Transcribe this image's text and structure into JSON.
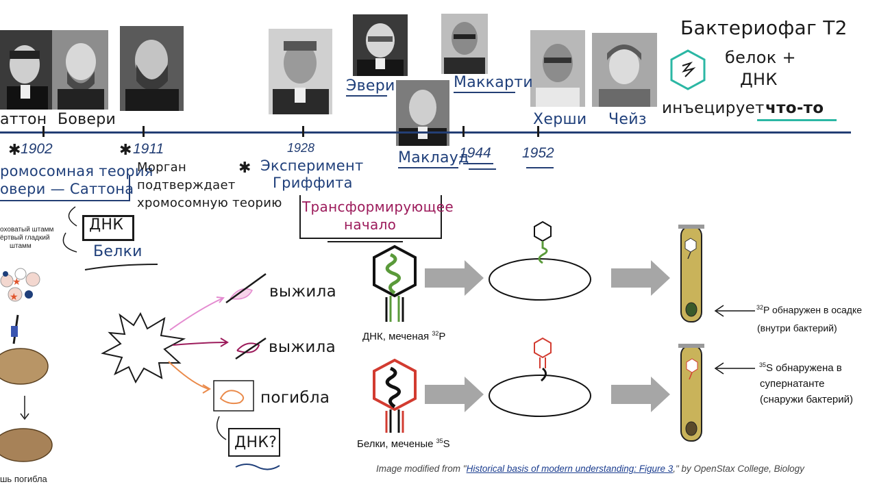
{
  "scientists": {
    "sutton": "аттон",
    "boveri": "Бовери",
    "avery": "Эвери",
    "mccarty": "Маккарти",
    "macleod": "Маклауд",
    "hershey": "Херши",
    "chase": "Чейз"
  },
  "years": {
    "y1902": "1902",
    "y1911": "1911",
    "y1928": "1928",
    "y1944": "1944",
    "y1952": "1952"
  },
  "timeline_notes": {
    "chrom_theory_line1": "ромосомная теория",
    "chrom_theory_line2": "овери — Саттона",
    "morgan_line1": "Морган",
    "morgan_line2": "подтверждает",
    "morgan_line3": "хромосомную теорию",
    "griffith_line1": "Эксперимент",
    "griffith_line2": "Гриффита",
    "transforming_line1": "Трансформирующее",
    "transforming_line2": "начало"
  },
  "phage_note": {
    "title": "Бактериофаг Т2",
    "protein": "белок +",
    "dna": "ДНК",
    "injects": "инъецирует",
    "something": "что-то"
  },
  "griffith_panel": {
    "rough_strain": "оховатый штамм",
    "dead_smooth_line1": "ёртвый гладкий",
    "dead_smooth_line2": "штамм",
    "dnk_box": "ДНК",
    "proteins": "Белки",
    "survived_1": "выжила",
    "survived_2": "выжила",
    "died": "погибла",
    "dnk_question": "ДНК?",
    "mouse_died": "шь погибла"
  },
  "hershey_chase": {
    "dna_label": "ДНК, меченая",
    "dna_isotope": "32",
    "dna_element": "P",
    "protein_label": "Белки, меченые",
    "protein_isotope": "35",
    "protein_element": "S",
    "result1_isotope": "32",
    "result1_line1": "P обнаружен в осадке",
    "result1_line2": "(внутри бактерий)",
    "result2_isotope": "35",
    "result2_line1": "S обнаружена в",
    "result2_line2": "супернатанте",
    "result2_line3": "(снаружи бактерий)"
  },
  "credit": {
    "prefix": "Image modified from \"",
    "link": "Historical basis of modern understanding: Figure 3",
    "suffix": ",\" by OpenStax College, Biology"
  },
  "colors": {
    "timeline": "#233e74",
    "dna_green": "#5a9a3a",
    "protein_red": "#d23b30",
    "magenta": "#9c1b5b",
    "teal": "#2bb7a4",
    "tube_fill": "#c9b35a"
  }
}
